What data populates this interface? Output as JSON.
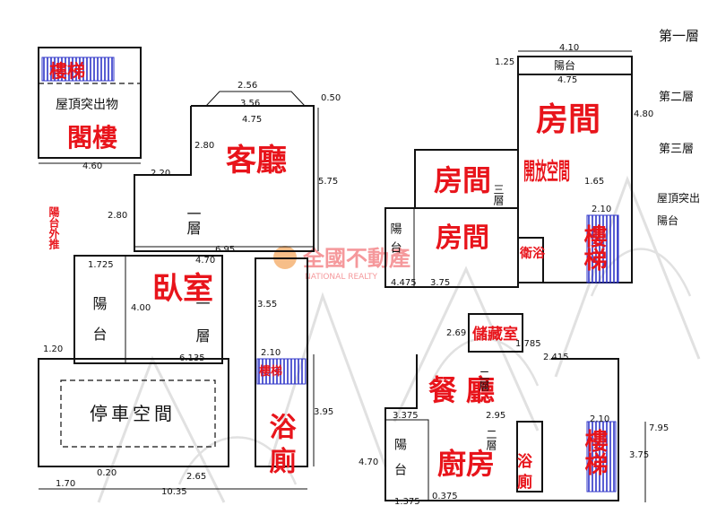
{
  "colors": {
    "label_red": "#e8141b",
    "stair_blue": "#2f35c8",
    "watermark": "#c9c9c9"
  },
  "watermark": {
    "brand": "全國不動產",
    "brand_en": "NATIONAL REALTY"
  },
  "ground_floor": {
    "attic": "閣樓",
    "roof_structure": "屋頂突出物",
    "stairs_top": "樓梯",
    "living_room": "客廳",
    "bedroom": "臥室",
    "balcony": "陽台",
    "balcony_outer": "陽台外推",
    "parking": "停車空間",
    "bathroom": "浴廁",
    "stairs_bath": "樓梯",
    "floor_note_1": "一層",
    "floor_note_2": "一層",
    "dims": [
      "2.56",
      "0.50",
      "3.56",
      "4.75",
      "2.80",
      "5.75",
      "2.20",
      "2.80",
      "6.95",
      "4.60",
      "1.725",
      "4.70",
      "4.00",
      "3.55",
      "1.20",
      "2.10",
      "6.135",
      "3.95",
      "1.70",
      "0.20",
      "2.65",
      "10.35"
    ]
  },
  "upper_floors": {
    "header": "第一層",
    "level_2": "第二層",
    "level_3": "第三層",
    "roof_label": "屋頂突出",
    "balcony_label": "陽台",
    "top_balcony": "陽台",
    "room_big": "房間",
    "room_mid": "房間",
    "room_low": "房間",
    "open_space": "開放空間",
    "bath": "衛浴",
    "stairs": "樓梯",
    "balcony_left": "陽台",
    "floor_note_3": "三層",
    "dims": [
      "4.10",
      "4.75",
      "1.25",
      "4.80",
      "1.65",
      "2.10",
      "4.475",
      "3.75"
    ]
  },
  "first_floor": {
    "storage": "儲藏室",
    "dining": "餐廳",
    "kitchen": "廚房",
    "bath": "浴廁",
    "stairs": "樓梯",
    "balcony": "陽台",
    "floor_note_4": "二層",
    "floor_note_5": "二層",
    "dims": [
      "2.69",
      "1.785",
      "2.415",
      "2.95",
      "2.10",
      "7.95",
      "3.75",
      "3.375",
      "4.70",
      "1.375",
      "0.375"
    ]
  }
}
